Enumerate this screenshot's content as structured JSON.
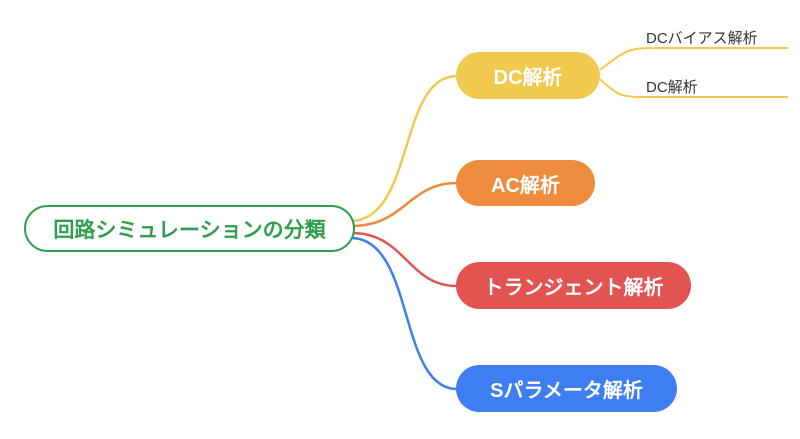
{
  "diagram": {
    "type": "mindmap",
    "root": {
      "label": "回路シミュレーションの分類",
      "color": "#2f9e4f"
    },
    "branches": [
      {
        "label": "DC解析",
        "color": "#f1c94e",
        "children": [
          {
            "label": "DCバイアス解析"
          },
          {
            "label": "DC解析"
          }
        ]
      },
      {
        "label": "AC解析",
        "color": "#ee8b3c",
        "children": []
      },
      {
        "label": "トランジェント解析",
        "color": "#e25352",
        "children": []
      },
      {
        "label": "Sパラメータ解析",
        "color": "#3e7ef2",
        "children": []
      }
    ]
  }
}
